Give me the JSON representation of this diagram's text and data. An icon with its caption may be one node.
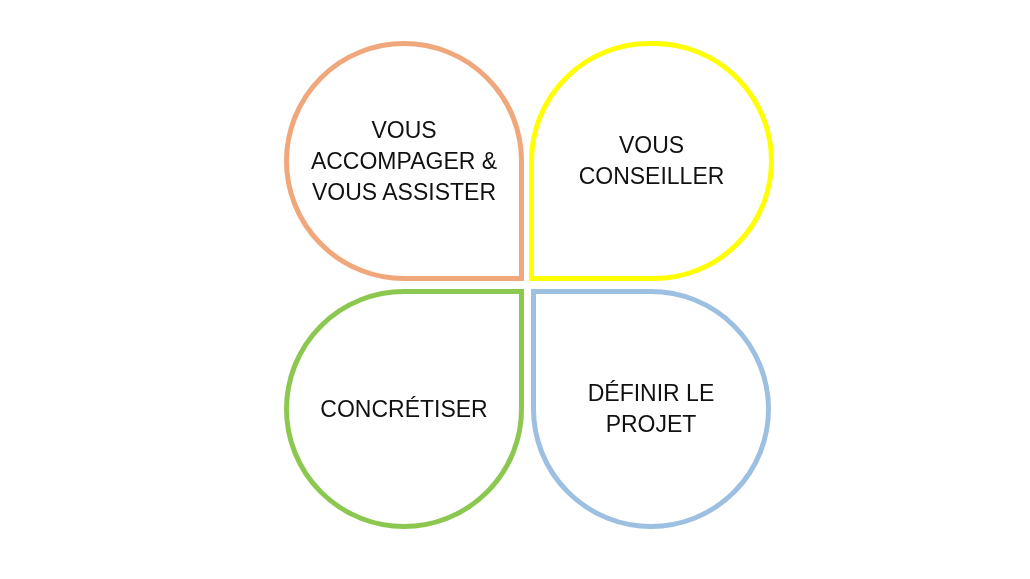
{
  "diagram": {
    "nodes": [
      {
        "text": [
          "VOUS ACCOMPAGER & VOUS ASSISTER"
        ]
      },
      {
        "text": [
          "VOUS CONSEILLER"
        ]
      },
      {
        "text": [
          "CONCRÉTISER"
        ]
      },
      {
        "text": [
          "DÉFINIR LE PROJET"
        ]
      }
    ]
  }
}
